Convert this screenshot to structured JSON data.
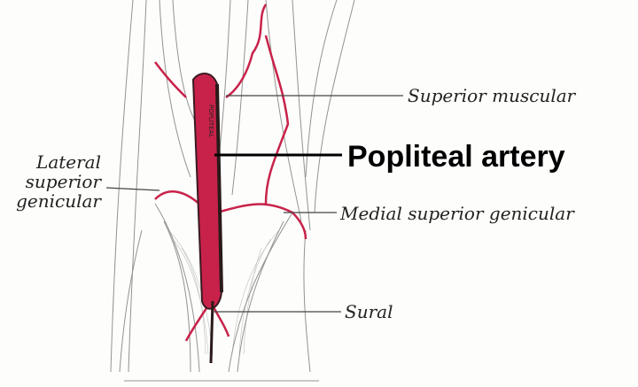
{
  "labels": {
    "superior_muscular": "Superior muscular",
    "popliteal_artery": "Popliteal artery",
    "lateral_superior_genicular": [
      "Lateral",
      "superior",
      "genicular"
    ],
    "medial_superior_genicular": "Medial superior genicular",
    "sural": "Sural",
    "artery_inscription": "POPLITEAL"
  },
  "colors": {
    "artery": "#c8224a",
    "muscle_line": "#555555"
  }
}
